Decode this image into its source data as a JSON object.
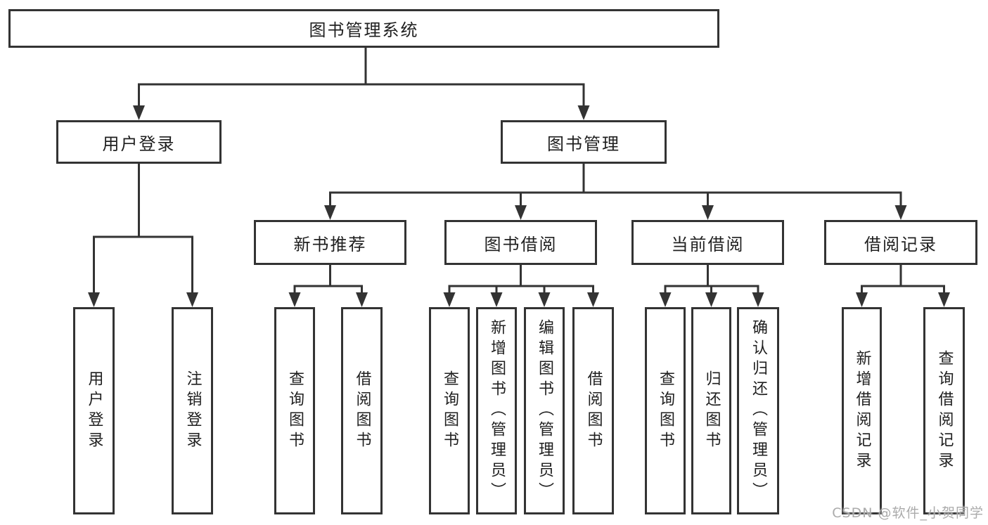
{
  "watermark": "CSDN @软件_小贺同学",
  "colors": {
    "line": "#333333",
    "text": "#1f1f1f",
    "box_background": "#ffffff",
    "page_background": "#ffffff",
    "watermark": "#ababab"
  },
  "diagram": {
    "type": "hierarchy-tree",
    "root": {
      "label": "图书管理系统",
      "children": [
        {
          "label": "用户登录",
          "children": [
            {
              "label": "用户登录"
            },
            {
              "label": "注销登录"
            }
          ]
        },
        {
          "label": "图书管理",
          "children": [
            {
              "label": "新书推荐",
              "children": [
                {
                  "label": "查询图书"
                },
                {
                  "label": "借阅图书"
                }
              ]
            },
            {
              "label": "图书借阅",
              "children": [
                {
                  "label": "查询图书"
                },
                {
                  "label": "新增图书（管理员）"
                },
                {
                  "label": "编辑图书（管理员）"
                },
                {
                  "label": "借阅图书"
                }
              ]
            },
            {
              "label": "当前借阅",
              "children": [
                {
                  "label": "查询图书"
                },
                {
                  "label": "归还图书"
                },
                {
                  "label": "确认归还（管理员）"
                }
              ]
            },
            {
              "label": "借阅记录",
              "children": [
                {
                  "label": "新增借阅记录"
                },
                {
                  "label": "查询借阅记录"
                }
              ]
            }
          ]
        }
      ]
    }
  }
}
